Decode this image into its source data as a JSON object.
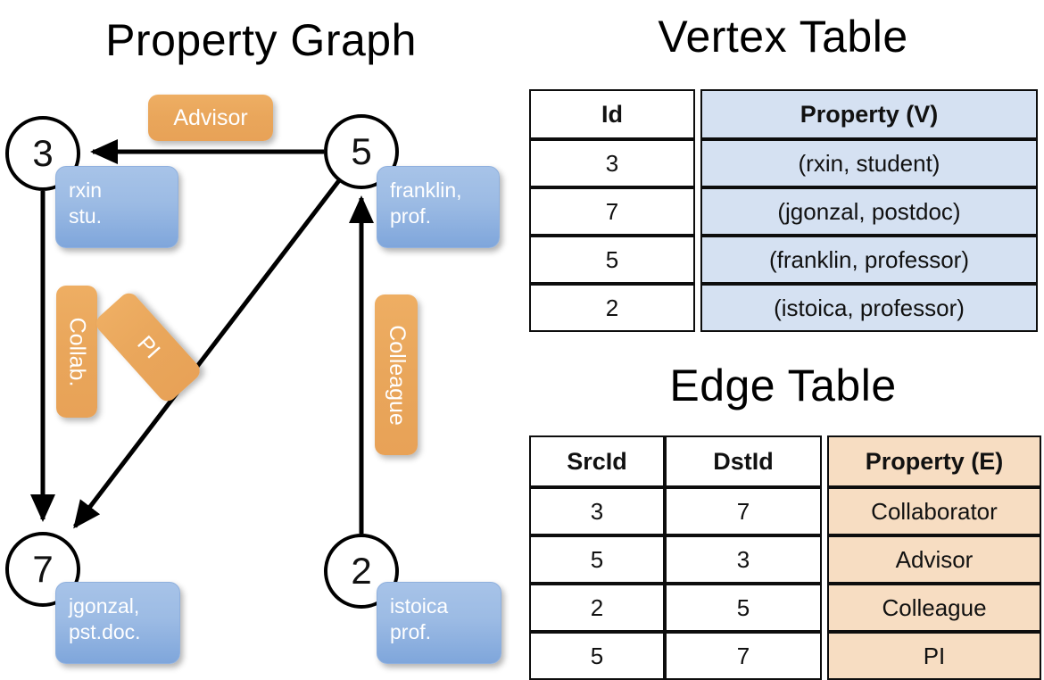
{
  "titles": {
    "property_graph": "Property Graph",
    "vertex_table": "Vertex Table",
    "edge_table": "Edge Table"
  },
  "colors": {
    "node_fill": "#ffffff",
    "node_stroke": "#000000",
    "vertex_callout": "#9cbbe4",
    "edge_label": "#e9a65b",
    "vertex_table_fill": "#d5e1f2",
    "edge_table_fill": "#f7ddc2",
    "table_border": "#0d0d0d"
  },
  "graph": {
    "nodes": [
      {
        "id": "3",
        "name": "node-3",
        "property_lines": [
          "rxin",
          "stu."
        ]
      },
      {
        "id": "5",
        "name": "node-5",
        "property_lines": [
          "franklin,",
          "prof."
        ]
      },
      {
        "id": "7",
        "name": "node-7",
        "property_lines": [
          "jgonzal,",
          "pst.doc."
        ]
      },
      {
        "id": "2",
        "name": "node-2",
        "property_lines": [
          "istoica",
          "prof."
        ]
      }
    ],
    "edge_labels": {
      "advisor": "Advisor",
      "collab": "Collab.",
      "pi": "PI",
      "colleague": "Colleague"
    },
    "edges": [
      {
        "src": "5",
        "dst": "3",
        "label": "Advisor"
      },
      {
        "src": "3",
        "dst": "7",
        "label": "Collab."
      },
      {
        "src": "5",
        "dst": "7",
        "label": "PI"
      },
      {
        "src": "2",
        "dst": "5",
        "label": "Colleague"
      }
    ]
  },
  "vertex_table": {
    "headers": [
      "Id",
      "Property (V)"
    ],
    "rows": [
      {
        "id": "3",
        "property": "(rxin, student)"
      },
      {
        "id": "7",
        "property": "(jgonzal, postdoc)"
      },
      {
        "id": "5",
        "property": "(franklin, professor)"
      },
      {
        "id": "2",
        "property": "(istoica, professor)"
      }
    ]
  },
  "edge_table": {
    "headers": [
      "SrcId",
      "DstId",
      "Property (E)"
    ],
    "rows": [
      {
        "src": "3",
        "dst": "7",
        "property": "Collaborator"
      },
      {
        "src": "5",
        "dst": "3",
        "property": "Advisor"
      },
      {
        "src": "2",
        "dst": "5",
        "property": "Colleague"
      },
      {
        "src": "5",
        "dst": "7",
        "property": "PI"
      }
    ]
  }
}
